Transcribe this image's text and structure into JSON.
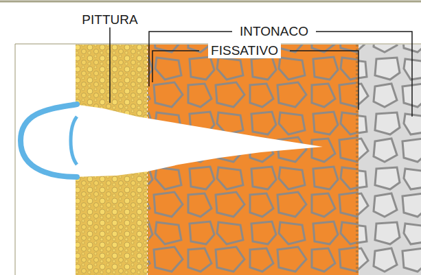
{
  "diagram": {
    "labels": [
      "PITTURA",
      "INTONACO",
      "FISSATIVO"
    ]
  }
}
